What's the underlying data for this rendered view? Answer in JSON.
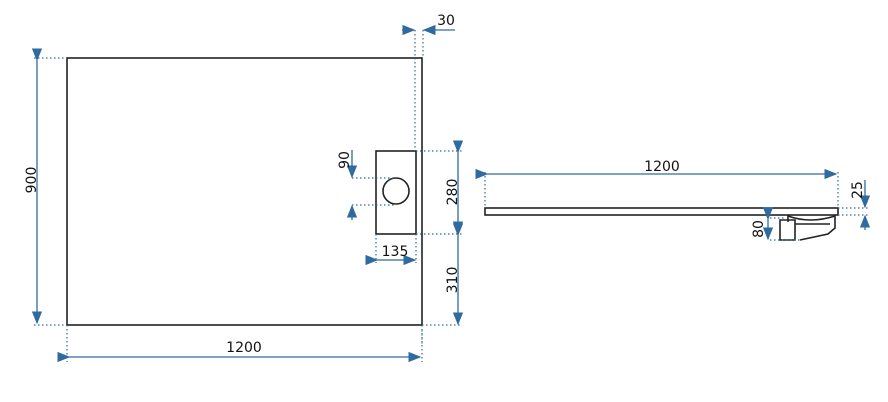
{
  "plan_view": {
    "width": "1200",
    "depth": "900",
    "edge_offset": "30",
    "drain_to_top": "280",
    "drain_to_bottom": "310",
    "drain_width": "135",
    "drain_diameter": "90"
  },
  "side_view": {
    "length": "1200",
    "thickness": "25",
    "drain_height": "80"
  },
  "colors": {
    "dimension": "#2f6aa0",
    "outline": "#222222"
  }
}
